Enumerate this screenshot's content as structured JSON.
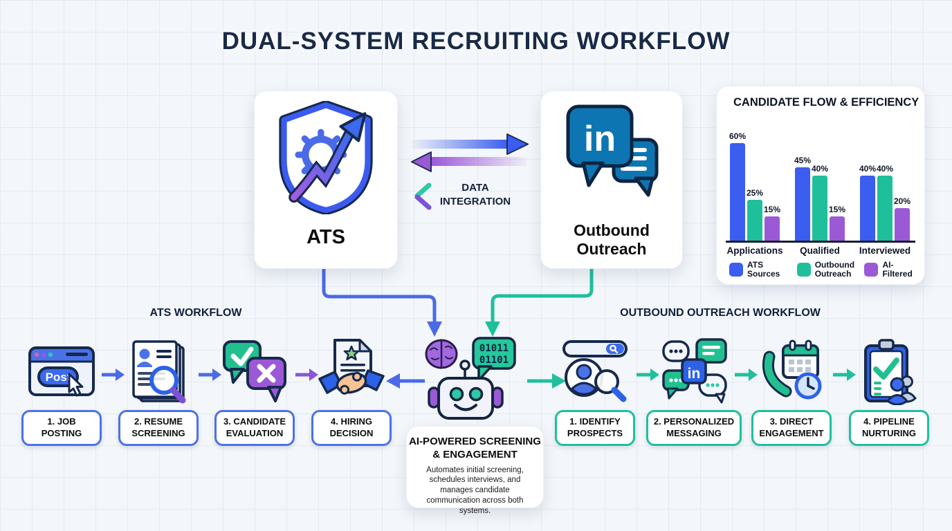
{
  "title": "DUAL-SYSTEM RECRUITING WORKFLOW",
  "systems": {
    "ats": {
      "label": "ATS"
    },
    "outbound": {
      "label": "Outbound Outreach",
      "icon_text": "in"
    }
  },
  "integration": {
    "line1": "DATA",
    "line2": "INTEGRATION"
  },
  "chart_data": {
    "type": "bar",
    "title": "CANDIDATE FLOW & EFFICIENCY",
    "categories": [
      "Applications",
      "Qualified",
      "Interviewed"
    ],
    "series": [
      {
        "name": "ATS Sources",
        "color": "#3b5ef0",
        "values": [
          60,
          45,
          40
        ]
      },
      {
        "name": "Outbound Outreach",
        "color": "#1fbf9c",
        "values": [
          25,
          40,
          40
        ]
      },
      {
        "name": "AI-Filtered",
        "color": "#9b59d6",
        "values": [
          15,
          15,
          20
        ]
      }
    ],
    "value_suffix": "%",
    "ylim": [
      0,
      65
    ],
    "grid": false,
    "legend_position": "bottom"
  },
  "workflows": {
    "ats": {
      "title": "ATS WORKFLOW",
      "steps": [
        {
          "line1": "1. JOB",
          "line2": "POSTING",
          "icon": "job-posting-browser-icon",
          "button_label": "Post"
        },
        {
          "line1": "2. RESUME",
          "line2": "SCREENING",
          "icon": "resume-magnifier-icon"
        },
        {
          "line1": "3. CANDIDATE",
          "line2": "EVALUATION",
          "icon": "chat-check-cross-icon"
        },
        {
          "line1": "4. HIRING",
          "line2": "DECISION",
          "icon": "handshake-contract-icon"
        }
      ]
    },
    "outbound": {
      "title": "OUTBOUND OUTREACH WORKFLOW",
      "steps": [
        {
          "line1": "1. IDENTIFY",
          "line2": "PROSPECTS",
          "icon": "prospect-search-icon"
        },
        {
          "line1": "2. PERSONALIZED",
          "line2": "MESSAGING",
          "icon": "linkedin-chat-icon",
          "icon_text": "in"
        },
        {
          "line1": "3. DIRECT",
          "line2": "ENGAGEMENT",
          "icon": "phone-calendar-icon"
        },
        {
          "line1": "4. PIPELINE",
          "line2": "NURTURING",
          "icon": "clipboard-people-icon"
        }
      ]
    }
  },
  "robot": {
    "binary_line1": "01011",
    "binary_line2": "01101"
  },
  "ai_card": {
    "title_line1": "AI-POWERED SCREENING",
    "title_line2": "& ENGAGEMENT",
    "body": "Automates initial screening, schedules interviews, and manages candidate communication across both systems."
  },
  "colors": {
    "blue": "#3b5ef0",
    "teal": "#1fbf9c",
    "purple": "#9b59d6",
    "navy": "#16294d"
  }
}
